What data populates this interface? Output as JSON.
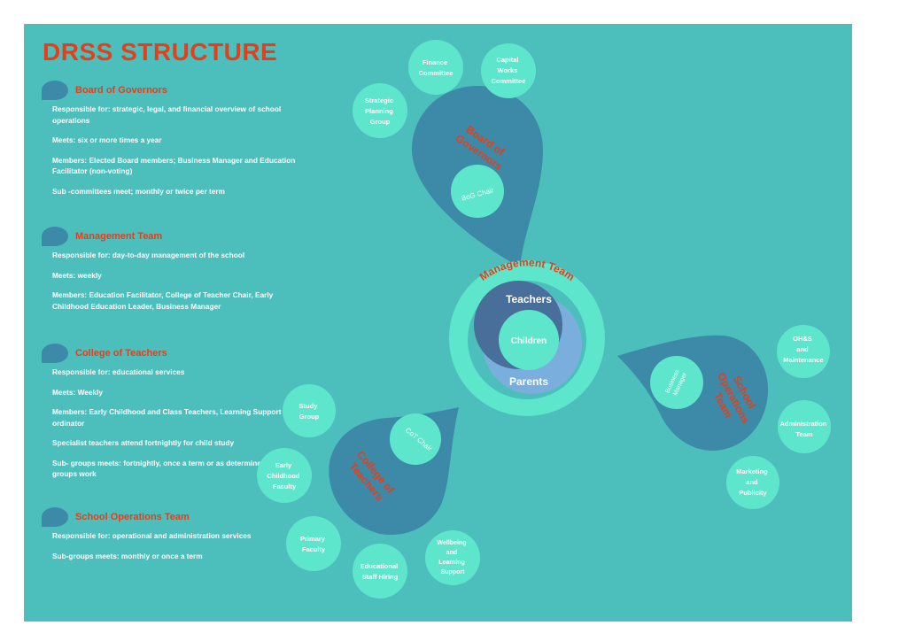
{
  "title": "DRSS STRUCTURE",
  "sections": [
    {
      "title": "Board of Governors",
      "lines": [
        "Responsible for: strategic, legal, and financial overview of school operations",
        "Meets: six or more times a year",
        "Members: Elected Board members; Business Manager and Education Facilitator (non-voting)",
        "Sub -committees meet; monthly or twice per term"
      ]
    },
    {
      "title": "Management Team",
      "lines": [
        "Responsible for: day-to-day management of the school",
        "Meets: weekly",
        "Members: Education Facilitator, College of Teacher Chair, Early Childhood Education Leader, Business Manager"
      ]
    },
    {
      "title": "College of Teachers",
      "lines": [
        "Responsible for: educational services",
        "Meets: Weekly",
        "Members: Early Childhood and Class Teachers, Learning Support Co-ordinator",
        "Specialist teachers attend fortnightly for child study",
        "Sub- groups meets: fortnightly, once a term or as determined by the groups work"
      ]
    },
    {
      "title": "School Operations Team",
      "lines": [
        "Responsible for: operational and administration services",
        "Sub-groups meets: monthly or once a term"
      ]
    }
  ],
  "diagram": {
    "management": {
      "label": "Management Team",
      "teachers": "Teachers",
      "children": "Children",
      "parents": "Parents"
    },
    "board": {
      "label_lines": [
        "Board of",
        "Governors"
      ],
      "chair": "BoG Chair",
      "satellites": [
        {
          "lines": [
            "Finance",
            "Committee"
          ]
        },
        {
          "lines": [
            "Capital",
            "Works",
            "Committee"
          ]
        },
        {
          "lines": [
            "Strategic",
            "Planning",
            "Group"
          ]
        }
      ]
    },
    "college": {
      "label_lines": [
        "College of",
        "Teachers"
      ],
      "chair": "CoT Chair",
      "satellites": [
        {
          "lines": [
            "Study",
            "Group"
          ]
        },
        {
          "lines": [
            "Early",
            "Childhood",
            "Faculty"
          ]
        },
        {
          "lines": [
            "Primary",
            "Faculty"
          ]
        },
        {
          "lines": [
            "Educational",
            "Staff Hiring"
          ]
        },
        {
          "lines": [
            "Wellbeing",
            "and",
            "Learning",
            "Support"
          ]
        }
      ]
    },
    "operations": {
      "label_lines": [
        "School",
        "Operations",
        "Team"
      ],
      "manager_lines": [
        "Business",
        "Manager"
      ],
      "satellites": [
        {
          "lines": [
            "OH&S",
            "and",
            "Maintenance"
          ]
        },
        {
          "lines": [
            "Administration",
            "Team"
          ]
        },
        {
          "lines": [
            "Marketing",
            "and",
            "Publicity"
          ]
        }
      ]
    }
  },
  "colors": {
    "background": "#4cbfbd",
    "accent": "#e2401c",
    "drop": "#3d8aa8",
    "bubble": "#5ee6cc",
    "teachers": "#486f9a",
    "parents": "#7aaedc"
  }
}
